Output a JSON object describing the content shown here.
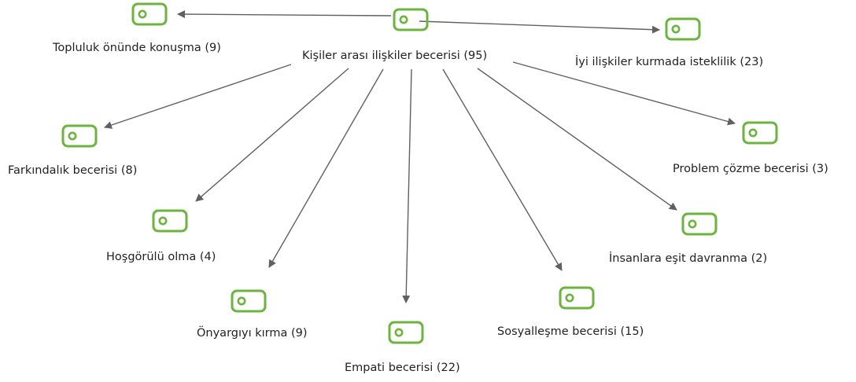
{
  "colors": {
    "icon": "#6db33f",
    "arrow": "#606060",
    "text": "#222222"
  },
  "diagram": {
    "center": {
      "label": "Kişiler arası ilişkiler becerisi  (95)",
      "icon": "code-icon"
    },
    "nodes": [
      {
        "id": "topluluk",
        "label": "Topluluk önünde konuşma (9)",
        "icon": "code-icon"
      },
      {
        "id": "iyi",
        "label": "İyi ilişkiler kurmada isteklilik (23)",
        "icon": "code-icon"
      },
      {
        "id": "farkindalik",
        "label": "Farkındalık becerisi (8)",
        "icon": "code-icon"
      },
      {
        "id": "problem",
        "label": "Problem çözme becerisi (3)",
        "icon": "code-icon"
      },
      {
        "id": "hosgorulu",
        "label": "Hoşgörülü olma (4)",
        "icon": "code-icon"
      },
      {
        "id": "insanlara",
        "label": "İnsanlara eşit davranma (2)",
        "icon": "code-icon"
      },
      {
        "id": "onyargi",
        "label": "Önyargıyı kırma (9)",
        "icon": "code-icon"
      },
      {
        "id": "sosyallesme",
        "label": "Sosyalleşme becerisi (15)",
        "icon": "code-icon"
      },
      {
        "id": "empati",
        "label": "Empati becerisi (22)",
        "icon": "code-icon"
      }
    ]
  }
}
